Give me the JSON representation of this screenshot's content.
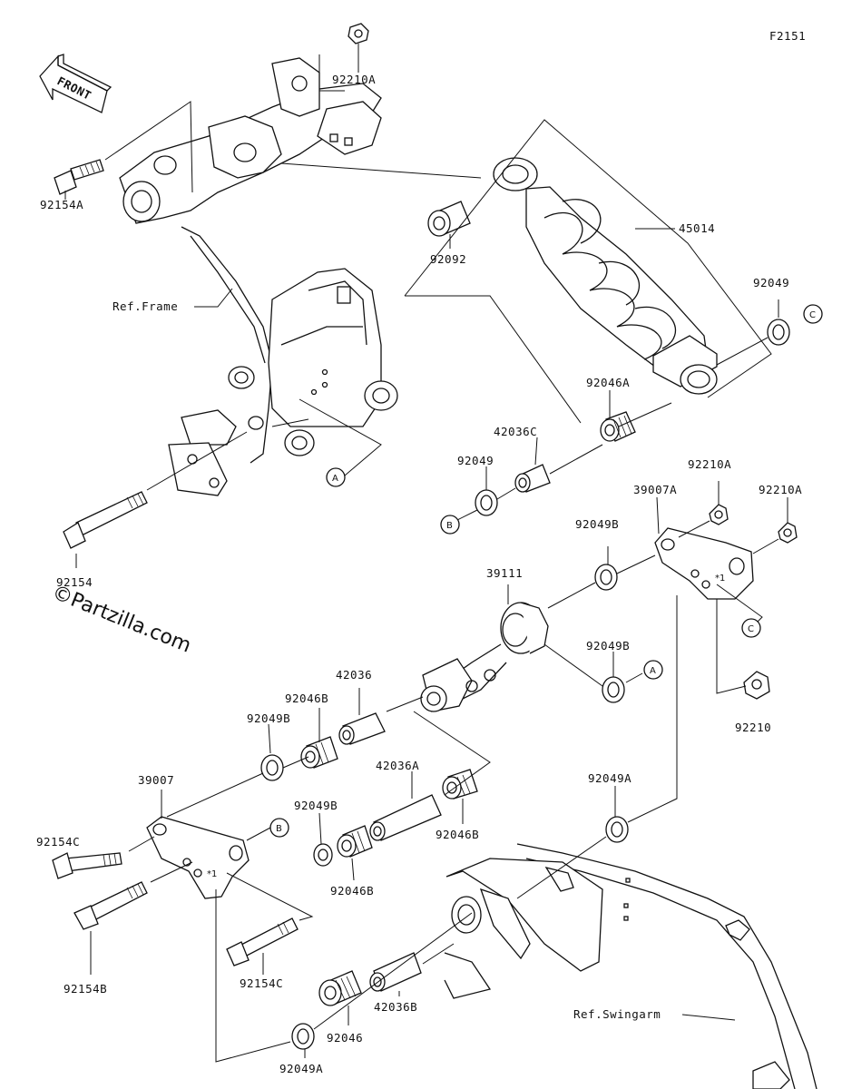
{
  "figure_code": "F2151",
  "front_arrow_text": "FRONT",
  "watermark": "©Partzilla.com",
  "ref_labels": {
    "frame": "Ref.Frame",
    "swingarm": "Ref.Swingarm"
  },
  "callouts": [
    "A",
    "B",
    "C"
  ],
  "part_labels": [
    "92210A",
    "92154A",
    "92092",
    "45014",
    "92049",
    "92046A",
    "42036C",
    "92049",
    "92210A",
    "39007A",
    "92210A",
    "92049B",
    "39111",
    "92049B",
    "92210",
    "42036",
    "92046B",
    "92049B",
    "39007",
    "92154C",
    "42036A",
    "92046B",
    "92049B",
    "92046B",
    "92049A",
    "92154B",
    "92154C",
    "42036B",
    "92046",
    "92049A",
    "92154"
  ]
}
